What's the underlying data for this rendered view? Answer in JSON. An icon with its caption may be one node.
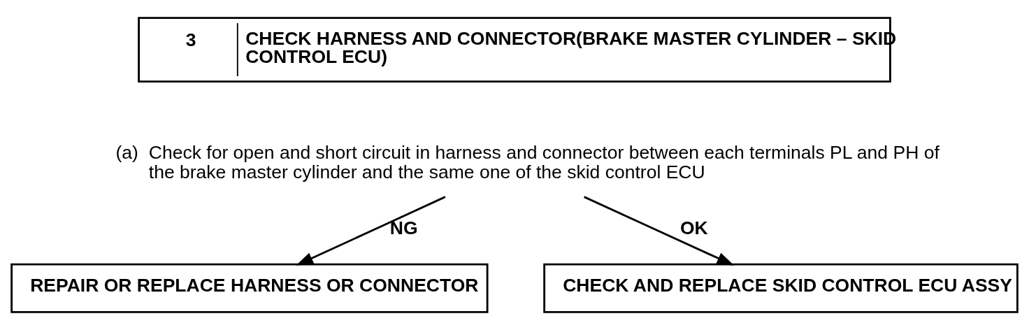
{
  "diagram": {
    "nodes": [
      {
        "text": [
          "3",
          "CHECK HARNESS AND CONNECTOR(BRAKE MASTER CYLINDER – SKID CONTROL ECU)"
        ]
      },
      {
        "text": [
          "(a)",
          "Check for open and short circuit in harness and connector between each terminals PL and PH of the brake master cylinder and the same one of the skid control ECU"
        ]
      },
      {
        "text": [
          "REPAIR OR REPLACE HARNESS OR CONNECTOR"
        ]
      },
      {
        "text": [
          "CHECK AND REPLACE SKID CONTROL ECU ASSY"
        ]
      }
    ],
    "edges": [
      {
        "from": 1,
        "to": 2,
        "arrow": "to",
        "label": "NG"
      },
      {
        "from": 1,
        "to": 3,
        "arrow": "to",
        "label": "OK"
      }
    ]
  }
}
